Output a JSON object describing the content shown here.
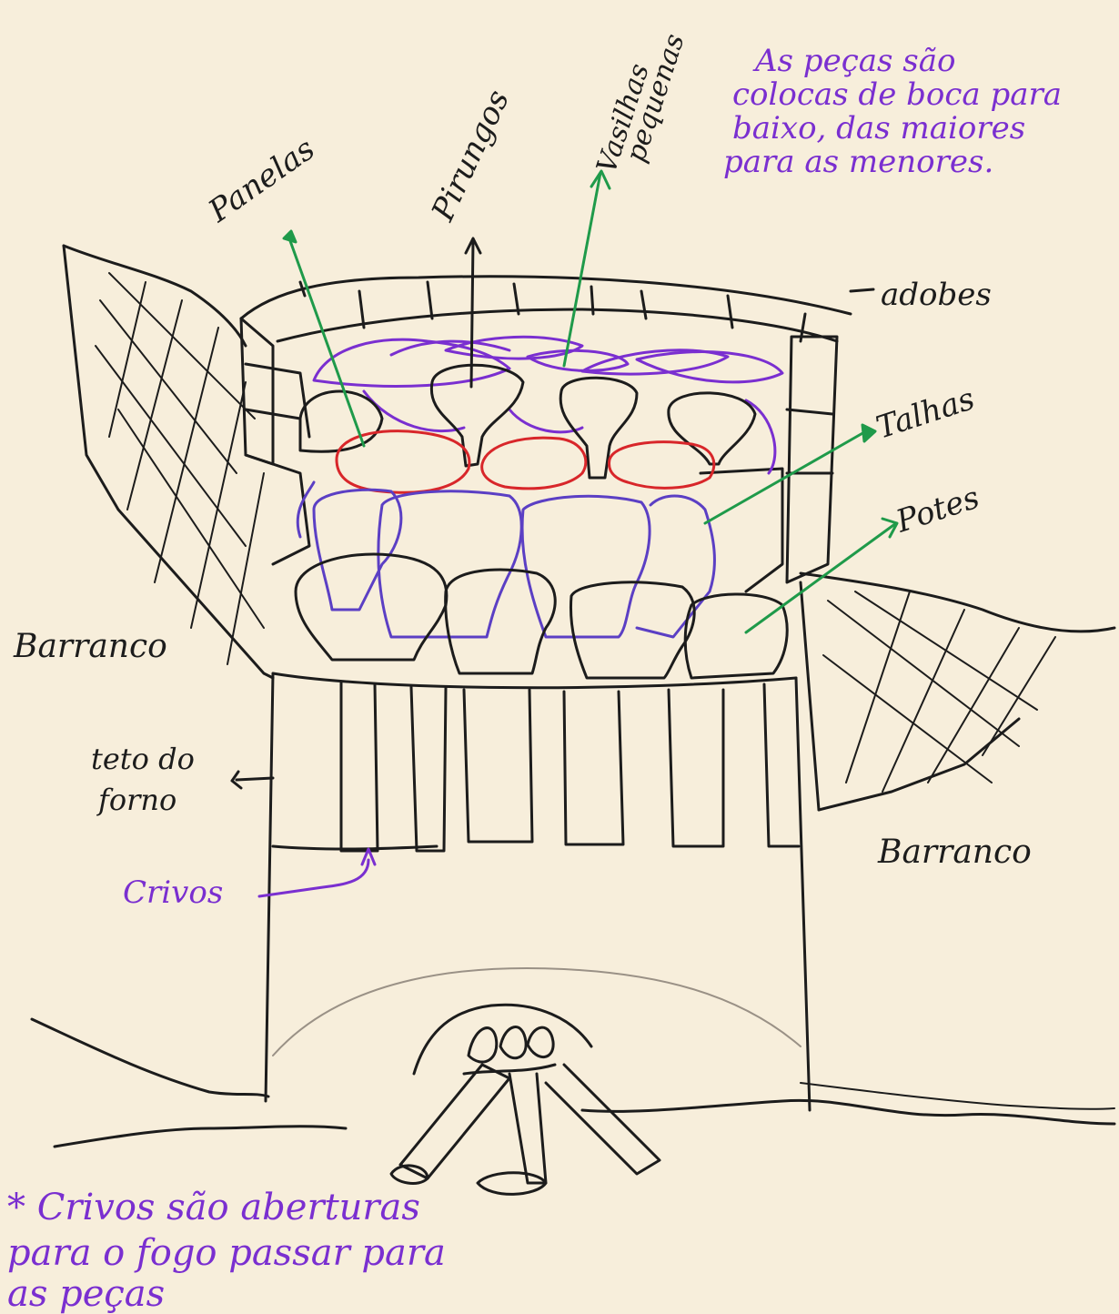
{
  "note": {
    "lines": [
      "As peças são",
      "colocas de boca para",
      "baixo, das maiores",
      "para as menores."
    ]
  },
  "labels": {
    "panelas": "Panelas",
    "pirungos": "Pirungos",
    "vasilhas": [
      "Vasilhas",
      "pequenas"
    ],
    "adobes": "adobes",
    "talhas": "Talhas",
    "potes": "Potes",
    "barranco_left": "Barranco",
    "barranco_right": "Barranco",
    "teto": [
      "teto do",
      "forno"
    ],
    "crivos": "Crivos"
  },
  "footnote": {
    "lines": [
      "* Crivos são aberturas",
      "para o fogo passar para",
      "as peças"
    ]
  },
  "colors": {
    "paper": "#f7eedb",
    "black_ink": "#1c1c1c",
    "purple_ink": "#7a2fd0",
    "violet_ink": "#5b3fc4",
    "red_ink": "#d8262a",
    "green_ink": "#1f9a4a"
  }
}
